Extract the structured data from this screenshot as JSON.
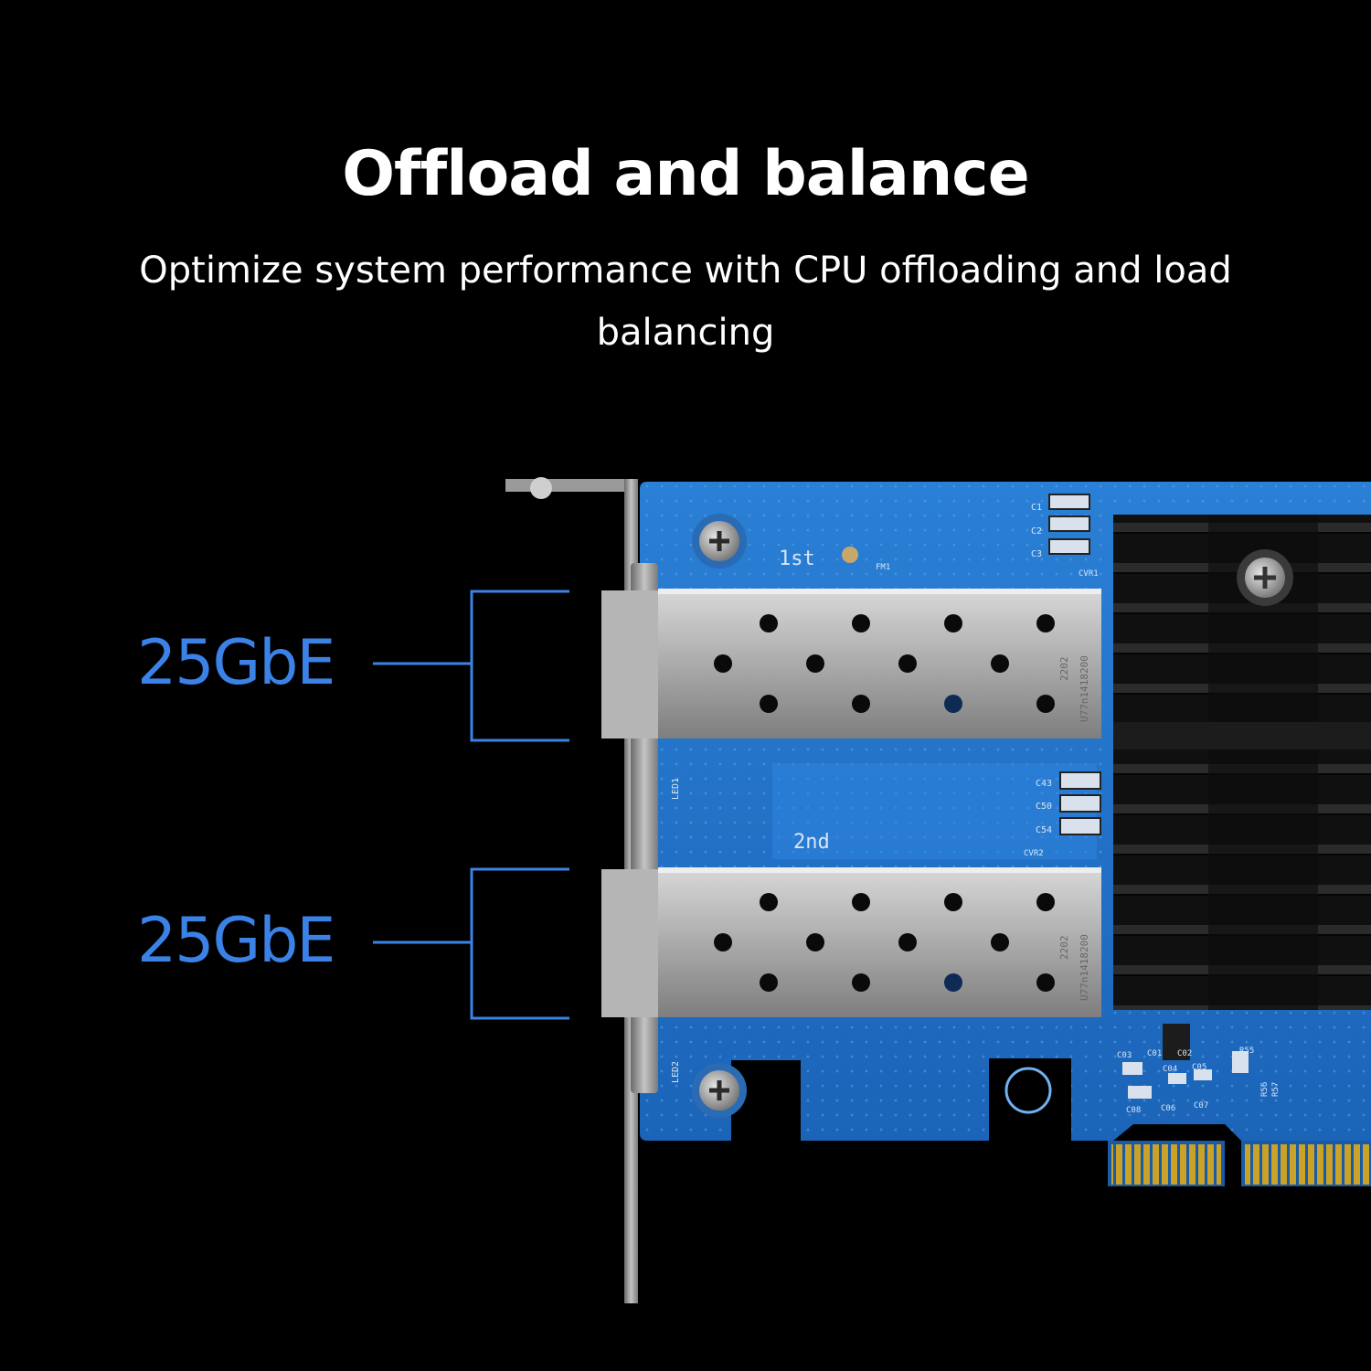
{
  "heading": {
    "title": "Offload and balance",
    "subtitle": "Optimize system performance with CPU offloading and load balancing"
  },
  "ports": [
    {
      "label": "25GbE"
    },
    {
      "label": "25GbE"
    }
  ],
  "board": {
    "port_silkscreen": [
      "1st",
      "2nd"
    ],
    "silkscreen": {
      "fm1": "FM1",
      "c1": "C1",
      "c2": "C2",
      "c3": "C3",
      "cvr1": "CVR1",
      "c43": "C43",
      "c50": "C50",
      "c54": "C54",
      "cvr2": "CVR2",
      "led1": "LED1",
      "led2": "LED2",
      "c03": "C03",
      "c01": "C01",
      "c02": "C02",
      "c04": "C04",
      "c05": "C05",
      "c06": "C06",
      "c07": "C07",
      "c08": "C08",
      "r55": "R55",
      "r56": "R56",
      "r57": "R57"
    },
    "cage_code": "2202",
    "cage_serial": "U77n1418200"
  },
  "colors": {
    "background": "#000000",
    "text": "#ffffff",
    "accent": "#3b82e6",
    "pcb": "#1f6fc9",
    "heatsink": "#111111",
    "cage": "#a6a6a6",
    "contacts": "#c9a227"
  }
}
